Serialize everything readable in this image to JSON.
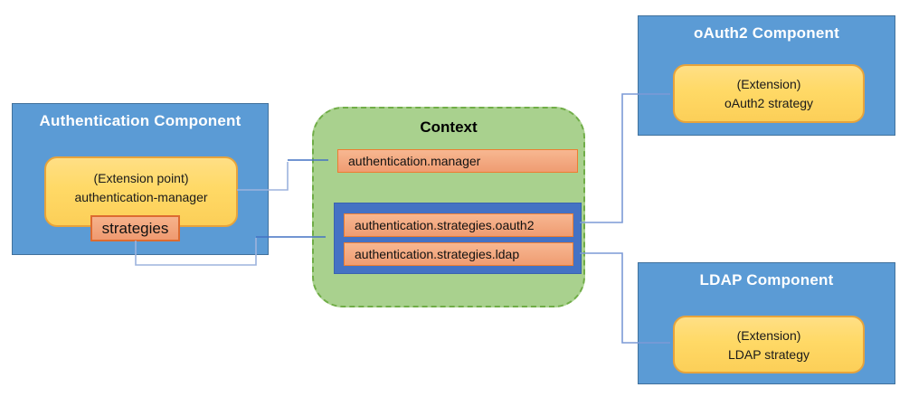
{
  "diagram": {
    "auth_component": {
      "title": "Authentication Component",
      "extension_point_line1": "(Extension point)",
      "extension_point_line2": "authentication-manager",
      "strategies_label": "strategies"
    },
    "context": {
      "title": "Context",
      "manager_entry": "authentication.manager",
      "strategy_entries": [
        "authentication.strategies.oauth2",
        "authentication.strategies.ldap"
      ]
    },
    "oauth2_component": {
      "title": "oAuth2 Component",
      "extension_line1": "(Extension)",
      "extension_line2": "oAuth2 strategy"
    },
    "ldap_component": {
      "title": "LDAP Component",
      "extension_line1": "(Extension)",
      "extension_line2": "LDAP strategy"
    },
    "colors": {
      "component_fill": "#5B9BD5",
      "component_border": "#41719C",
      "gold_panel_fill": "#FFD966",
      "gold_panel_border": "#E7A33B",
      "entry_fill": "#F3A47F",
      "entry_border": "#ED7D31",
      "strategies_border": "#DD6B30",
      "context_fill": "#A9D18E",
      "context_border": "#70AD47",
      "strategies_container_fill": "#4472C4",
      "connector_dark": "#4472C4",
      "connector_light": "#9DB3DD",
      "connector_mid": "#7C9AD6",
      "title_text": "#FFFFFF",
      "body_text": "#111111"
    }
  }
}
